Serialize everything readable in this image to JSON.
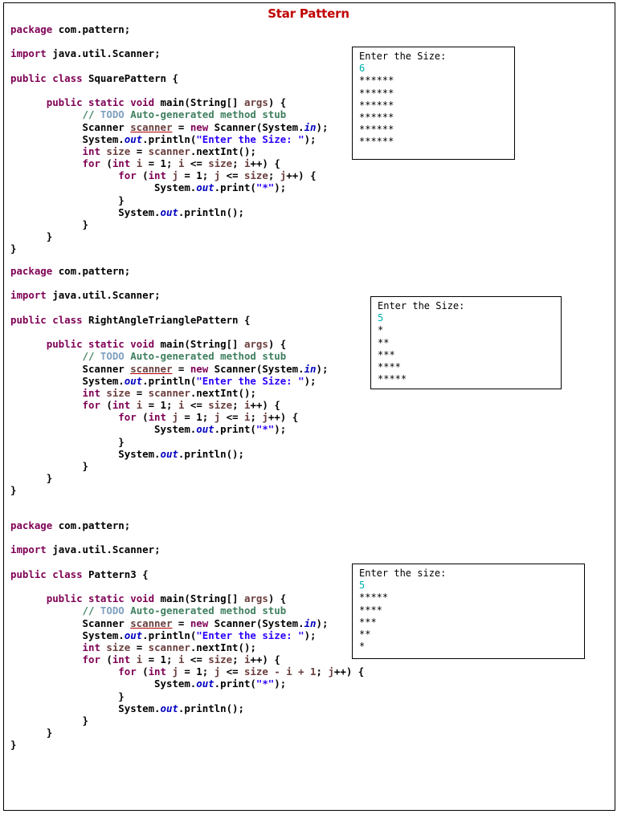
{
  "title": "Star Pattern",
  "programs": [
    {
      "package": "com.pattern",
      "import": "java.util.Scanner",
      "class_name": "SquarePattern",
      "prompt_literal": "\"Enter the Size: \"",
      "inner_loop_condition": "size",
      "console": {
        "prompt": "Enter the Size:",
        "input": "6",
        "output": [
          "******",
          "******",
          "******",
          "******",
          "******",
          "******"
        ]
      }
    },
    {
      "package": "com.pattern",
      "import": "java.util.Scanner",
      "class_name": "RightAngleTrianglePattern",
      "prompt_literal": "\"Enter the Size: \"",
      "inner_loop_condition": "i",
      "console": {
        "prompt": "Enter the Size:",
        "input": "5",
        "output": [
          "*",
          "**",
          "***",
          "****",
          "*****"
        ]
      }
    },
    {
      "package": "com.pattern",
      "import": "java.util.Scanner",
      "class_name": "Pattern3",
      "prompt_literal": "\"Enter the size: \"",
      "inner_loop_condition": "size - i + 1",
      "console": {
        "prompt": "Enter the size:",
        "input": "5",
        "output": [
          "*****",
          "****",
          "***",
          "**",
          "*"
        ]
      }
    }
  ],
  "common": {
    "main_signature": "main(String[] args) {",
    "todo_word": "TODO",
    "todo_rest": "Auto-generated method stub",
    "star_literal": "\"*\""
  }
}
